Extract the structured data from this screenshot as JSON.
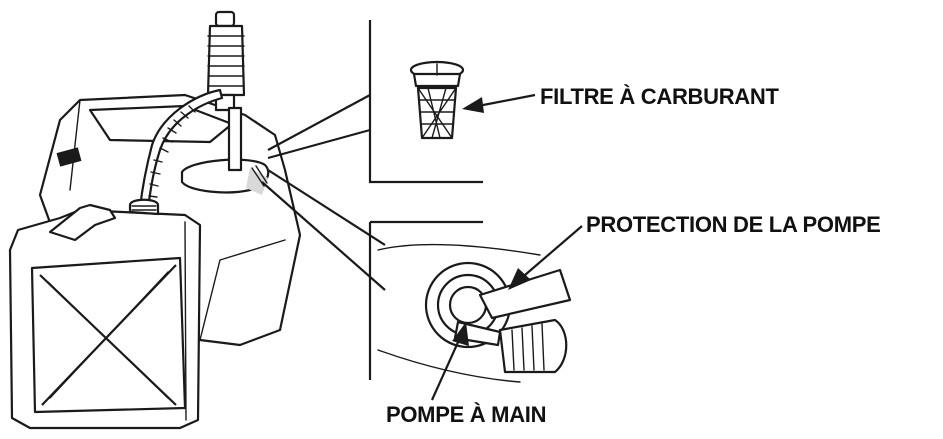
{
  "labels": {
    "fuel_filter": "FILTRE À CARBURANT",
    "pump_guard": "PROTECTION DE LA POMPE",
    "hand_pump": "POMPE À MAIN"
  },
  "icons": [
    "fuel-tank-illustration",
    "jerrycan-illustration",
    "hand-pump-illustration",
    "fuel-filter-illustration",
    "pump-guard-detail-illustration"
  ]
}
